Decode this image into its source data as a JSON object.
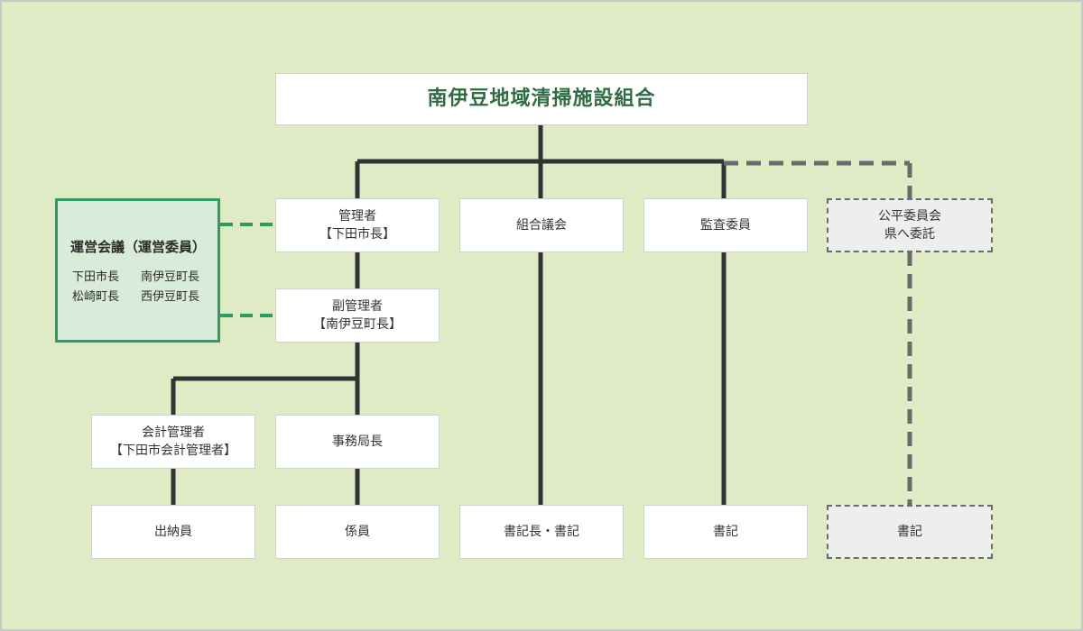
{
  "diagram": {
    "root": "南伊豆地域清掃施設組合",
    "manager": {
      "line1": "管理者",
      "line2": "【下田市長】"
    },
    "vice_manager": {
      "line1": "副管理者",
      "line2": "【南伊豆町長】"
    },
    "assembly": "組合議会",
    "auditor": "監査委員",
    "fairness": {
      "line1": "公平委員会",
      "line2": "県へ委託"
    },
    "accounting": {
      "line1": "会計管理者",
      "line2": "【下田市会計管理者】"
    },
    "secretary_general": "事務局長",
    "treasurer": "出納員",
    "staff": "係員",
    "clerk_chief": "書記長・書記",
    "clerk_audit": "書記",
    "clerk_fairness": "書記",
    "council": {
      "title": "運営会議（運営委員）",
      "members": [
        "下田市長",
        "南伊豆町長",
        "松崎町長",
        "西伊豆町長"
      ]
    }
  },
  "colors": {
    "background": "#deebc5",
    "line": "#333333",
    "council_border": "#2f9a63",
    "title_text": "#2f6b43"
  }
}
